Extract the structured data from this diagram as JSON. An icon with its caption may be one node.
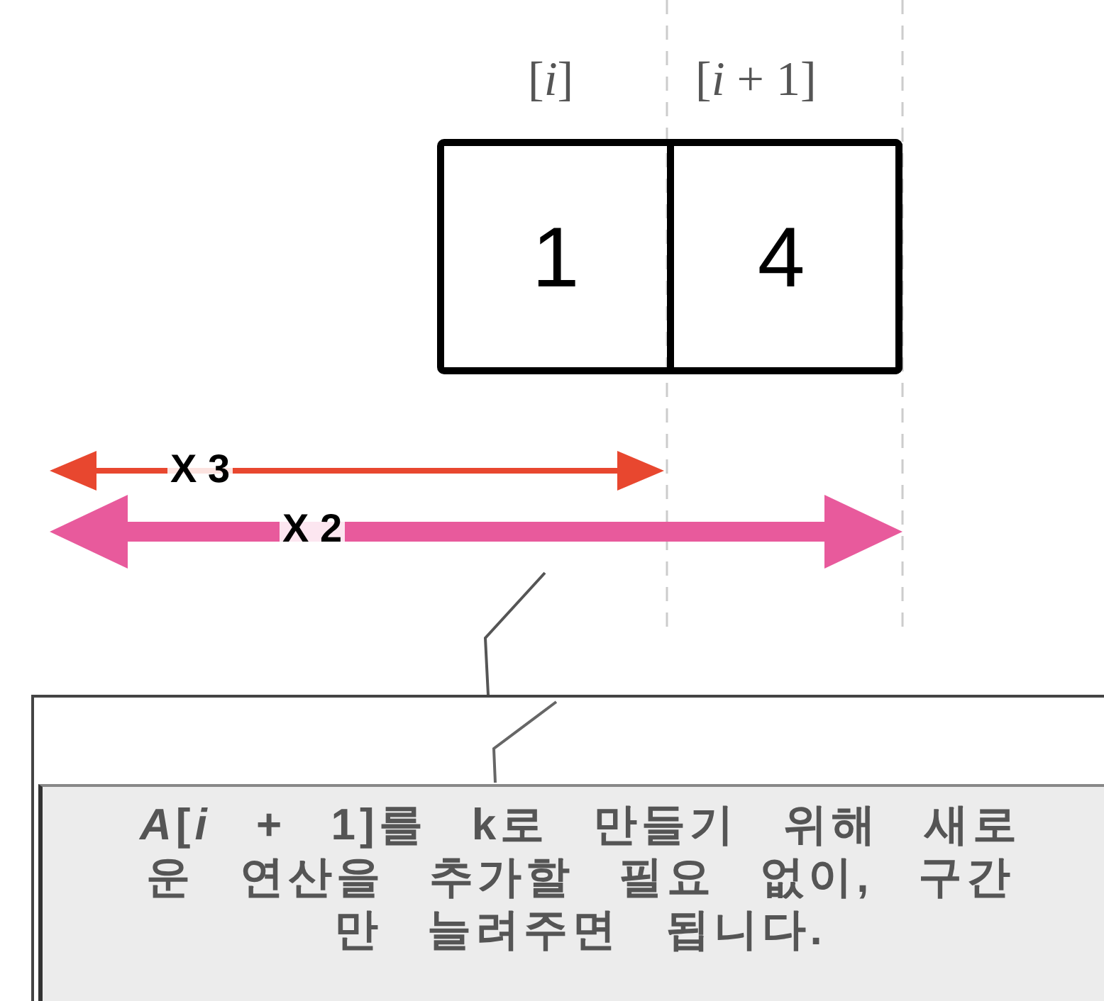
{
  "diagram": {
    "nodes": [
      {
        "text": [
          "1"
        ]
      },
      {
        "text": [
          "4"
        ]
      },
      {
        "text": [
          "*A*[*i* + 1]를 k로 만들기 위해 새로운 연산을 추가할 필요 없이, 구간만 늘려주면 됩니다."
        ]
      },
      {
        "text": [],
        "shape": "arrow"
      }
    ],
    "edges": [
      {
        "from": 2,
        "to": 3,
        "arrow": "none"
      }
    ],
    "labels": [
      "[*i*]",
      "[*i* + 1]",
      "X 3",
      "X 2"
    ]
  }
}
